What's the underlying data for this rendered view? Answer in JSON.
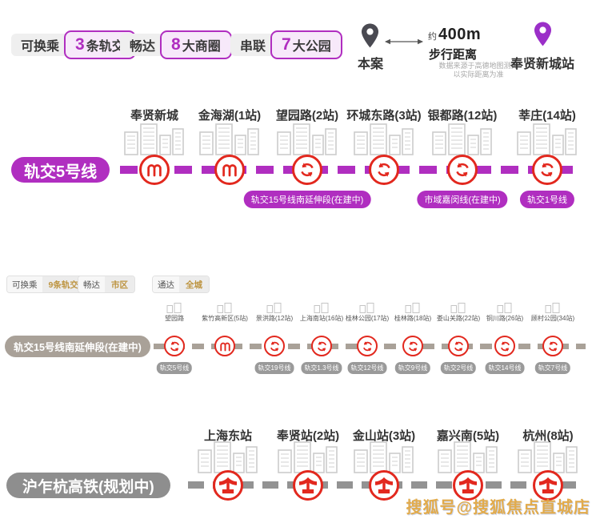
{
  "colors": {
    "line5_magenta": "#b02ec0",
    "line15_taupe": "#a9a198",
    "hsr_gray": "#8e8e8e",
    "station_red": "#e2281e",
    "highlight_gold": "#bd9440",
    "pin_dark": "#4a4a52",
    "pin_purple": "#9b2fc8"
  },
  "icons": {
    "pin": "map-pin",
    "metro": "shanghai-metro-logo",
    "transfer": "transfer-arrows",
    "rail": "china-railway-logo",
    "buildings": "city-buildings"
  },
  "top_badges": [
    {
      "label": "可换乘",
      "number": "3",
      "suffix": "条轨交"
    },
    {
      "label": "畅达",
      "number": "8",
      "suffix": "大商圈"
    },
    {
      "label": "串联",
      "number": "7",
      "suffix": "大公园"
    }
  ],
  "walk": {
    "origin_label": "本案",
    "distance_prefix": "约",
    "distance_value": "400m",
    "distance_label": "步行距离",
    "note_line1": "数据来源于高德地图测算",
    "note_line2": "以实际距离为准",
    "destination_label": "奉贤新城站"
  },
  "line5": {
    "bar_label": "轨交5号线",
    "stations": [
      {
        "name": "奉贤新城",
        "marker": "metro-logo"
      },
      {
        "name": "金海湖(1站)",
        "marker": "metro-logo"
      },
      {
        "name": "望园路(2站)",
        "marker": "transfer-arrows",
        "tag": "轨交15号线南延伸段(在建中)"
      },
      {
        "name": "环城东路(3站)",
        "marker": "transfer-arrows"
      },
      {
        "name": "银都路(12站)",
        "marker": "transfer-arrows",
        "tag": "市域嘉闵线(在建中)"
      },
      {
        "name": "莘庄(14站)",
        "marker": "transfer-arrows",
        "tag": "轨交1号线"
      }
    ]
  },
  "mini_badges": [
    {
      "label": "可换乘",
      "value": "9条轨交"
    },
    {
      "label": "畅达",
      "value": "市区"
    },
    {
      "label": "通达",
      "value": "全城"
    }
  ],
  "line15": {
    "bar_label": "轨交15号线南延伸段(在建中)",
    "stations": [
      {
        "name": "望园路",
        "marker": "transfer-arrows",
        "tag": "轨交5号线"
      },
      {
        "name": "紫竹高新区(5站)",
        "marker": "metro-logo"
      },
      {
        "name": "景洪路(12站)",
        "marker": "transfer-arrows",
        "tag": "轨交19号线"
      },
      {
        "name": "上海南站(16站)",
        "marker": "transfer-arrows",
        "tag": "轨交1.3号线"
      },
      {
        "name": "桂林公园(17站)",
        "marker": "transfer-arrows",
        "tag": "轨交12号线"
      },
      {
        "name": "桂林路(18站)",
        "marker": "transfer-arrows",
        "tag": "轨交9号线"
      },
      {
        "name": "娄山关路(22站)",
        "marker": "transfer-arrows",
        "tag": "轨交2号线"
      },
      {
        "name": "铜川路(26站)",
        "marker": "transfer-arrows",
        "tag": "轨交14号线"
      },
      {
        "name": "顾村公园(34站)",
        "marker": "transfer-arrows",
        "tag": "轨交7号线"
      }
    ]
  },
  "hsr": {
    "bar_label": "沪乍杭高铁(规划中)",
    "stations": [
      {
        "name": "上海东站"
      },
      {
        "name": "奉贤站(2站)"
      },
      {
        "name": "金山站(3站)"
      },
      {
        "name": "嘉兴南(5站)"
      },
      {
        "name": "杭州(8站)"
      }
    ]
  },
  "watermark": "搜狐号@搜狐焦点直城店"
}
